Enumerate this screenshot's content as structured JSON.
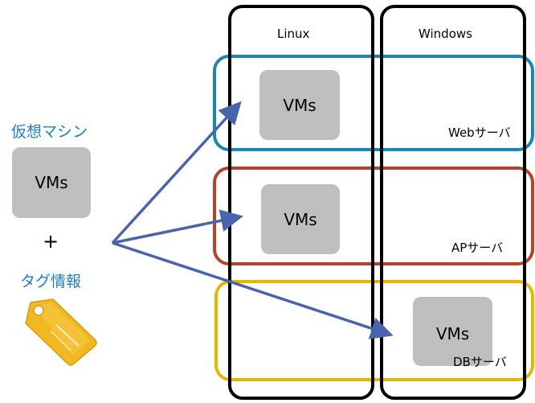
{
  "left_panel": {
    "vm_heading": "仮想マシン",
    "vm_box_label": "VMs",
    "plus_sign": "+",
    "tag_heading": "タグ情報",
    "tag_icon": "price-tag-icon"
  },
  "columns": [
    {
      "label": "Linux"
    },
    {
      "label": "Windows"
    }
  ],
  "rows": [
    {
      "label": "Webサーバ",
      "color": "#1a86b8",
      "vm_label": "VMs"
    },
    {
      "label": "APサーバ",
      "color": "#b7412b",
      "vm_label": "VMs"
    },
    {
      "label": "DBサーバ",
      "color": "#e5b800",
      "vm_label": "VMs"
    }
  ],
  "colors": {
    "arrow": "#4a63ad",
    "vm_box": "#bfbfbf",
    "heading_text": "#1f7fbf",
    "tag_fill": "#f0b921"
  }
}
